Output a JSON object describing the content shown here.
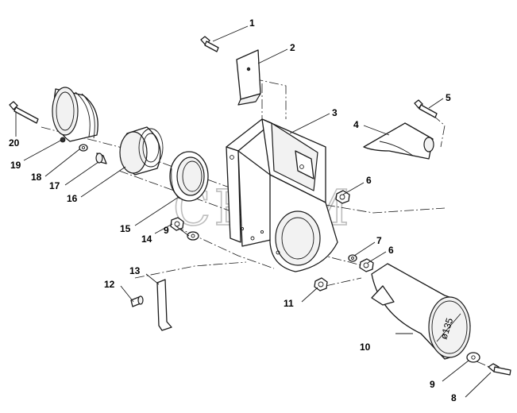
{
  "diagram": {
    "callouts": [
      "1",
      "2",
      "3",
      "4",
      "5",
      "6",
      "7",
      "6",
      "9",
      "10",
      "11",
      "12",
      "13",
      "14",
      "15",
      "16",
      "17",
      "18",
      "19",
      "20",
      "9",
      "8"
    ],
    "dimension_label": "ø135",
    "watermark": "CEJIM"
  },
  "colors": {
    "line": "#1a1a1a",
    "watermark": "#bdbdbd",
    "background": "#ffffff"
  }
}
